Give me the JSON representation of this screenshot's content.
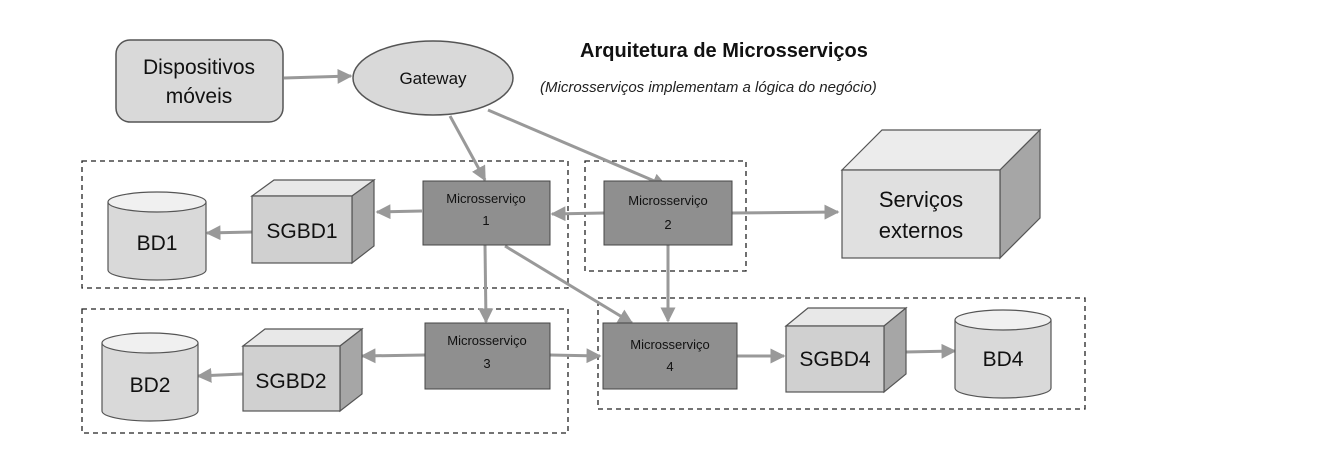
{
  "title": "Arquitetura de Microsserviços",
  "subtitle": "(Microsserviços implementam a lógica do negócio)",
  "nodes": {
    "devices": {
      "line1": "Dispositivos",
      "line2": "móveis"
    },
    "gateway": {
      "label": "Gateway"
    },
    "ms1": {
      "line1": "Microsserviço",
      "line2": "1"
    },
    "ms2": {
      "line1": "Microsserviço",
      "line2": "2"
    },
    "ms3": {
      "line1": "Microsserviço",
      "line2": "3"
    },
    "ms4": {
      "line1": "Microsserviço",
      "line2": "4"
    },
    "sgbd1": {
      "label": "SGBD1"
    },
    "sgbd2": {
      "label": "SGBD2"
    },
    "sgbd4": {
      "label": "SGBD4"
    },
    "bd1": {
      "label": "BD1"
    },
    "bd2": {
      "label": "BD2"
    },
    "bd4": {
      "label": "BD4"
    },
    "external": {
      "line1": "Serviços",
      "line2": "externos"
    }
  },
  "colors": {
    "microservice_fill": "#8f8f8f",
    "box_fill": "#d9d9d9",
    "box_side": "#a6a6a6",
    "box_top": "#e8e8e8",
    "arrow": "#999999",
    "outline": "#555555"
  }
}
